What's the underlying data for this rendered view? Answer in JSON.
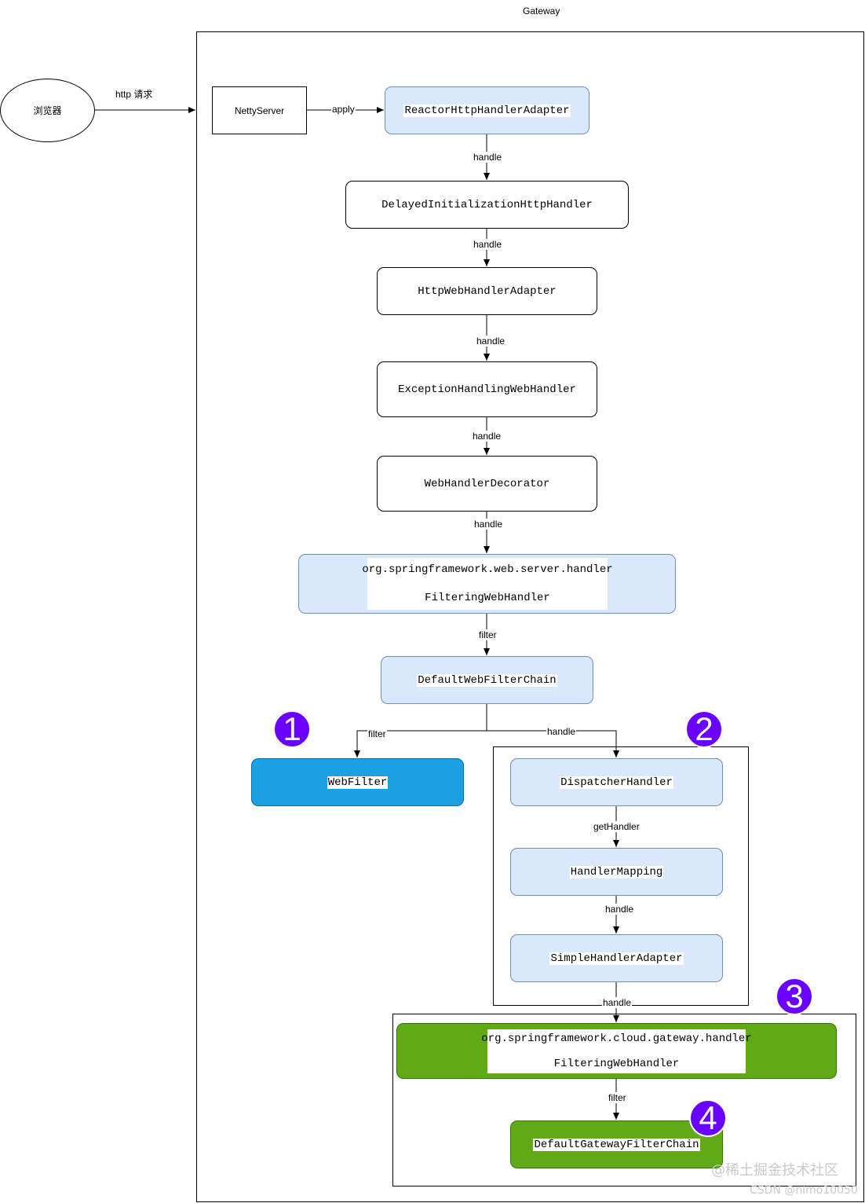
{
  "diagram": {
    "gateway_label": "Gateway",
    "browser": "浏览器",
    "http_request": "http 请求",
    "netty_server": "NettyServer",
    "nodes": {
      "reactor_adapter": "ReactorHttpHandlerAdapter",
      "delayed_init_handler": "DelayedInitializationHttpHandler",
      "http_web_handler_adapter": "HttpWebHandlerAdapter",
      "exception_handling_handler": "ExceptionHandlingWebHandler",
      "web_handler_decorator": "WebHandlerDecorator",
      "server_filtering_handler_pkg": "org.springframework.web.server.handler",
      "server_filtering_handler_cls": "FilteringWebHandler",
      "default_web_filter_chain": "DefaultWebFilterChain",
      "web_filter": "WebFilter",
      "dispatcher_handler": "DispatcherHandler",
      "handler_mapping": "HandlerMapping",
      "simple_handler_adapter": "SimpleHandlerAdapter",
      "gateway_filtering_handler_pkg": "org.springframework.cloud.gateway.handler",
      "gateway_filtering_handler_cls": "FilteringWebHandler",
      "default_gateway_filter_chain": "DefaultGatewayFilterChain"
    },
    "edges": {
      "apply": "apply",
      "handle_1": "handle",
      "handle_2": "handle",
      "handle_3": "handle",
      "handle_4": "handle",
      "handle_5": "handle",
      "filter_1": "filter",
      "filter_webfilter": "filter",
      "handle_dispatcher": "handle",
      "get_handler": "getHandler",
      "handle_simple": "handle",
      "handle_gateway": "handle",
      "filter_gateway": "filter"
    },
    "badges": [
      "1",
      "2",
      "3",
      "4"
    ],
    "colors": {
      "light_blue_fill": "#dae8fc",
      "light_blue_border": "#6c8ebf",
      "cyan_fill": "#1ba1e2",
      "green_fill": "#60a917",
      "badge_purple": "#6a00ff"
    }
  },
  "watermark": {
    "juejin": "@稀土掘金技术社区",
    "csdn": "CSDN @nimo10050"
  }
}
